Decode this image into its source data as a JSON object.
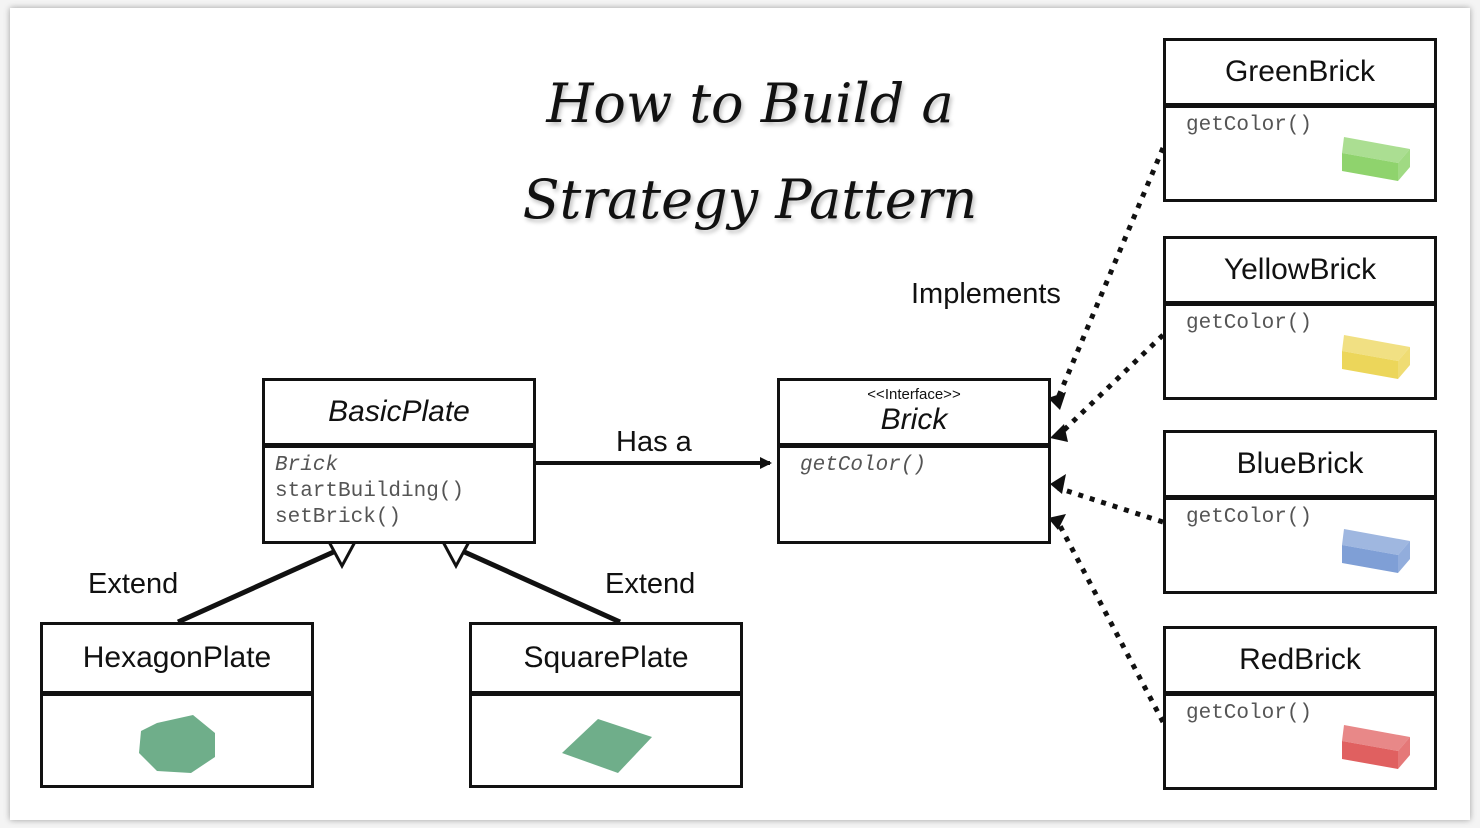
{
  "title": {
    "line1": "How to Build a",
    "line2": "Strategy Pattern"
  },
  "basic_plate": {
    "name": "BasicPlate",
    "members": [
      "Brick",
      "startBuilding()",
      "setBrick()"
    ]
  },
  "brick_interface": {
    "stereotype": "<<Interface>>",
    "name": "Brick",
    "method": "getColor()"
  },
  "hexagon_plate": {
    "name": "HexagonPlate",
    "color": "#6fae8a"
  },
  "square_plate": {
    "name": "SquarePlate",
    "color": "#6fae8a"
  },
  "bricks": [
    {
      "name": "GreenBrick",
      "method": "getColor()",
      "color": "#8fd36d"
    },
    {
      "name": "YellowBrick",
      "method": "getColor()",
      "color": "#ecd65a"
    },
    {
      "name": "BlueBrick",
      "method": "getColor()",
      "color": "#7f9fd6"
    },
    {
      "name": "RedBrick",
      "method": "getColor()",
      "color": "#e06060"
    }
  ],
  "labels": {
    "has_a": "Has a",
    "implements": "Implements",
    "extend_left": "Extend",
    "extend_right": "Extend"
  }
}
